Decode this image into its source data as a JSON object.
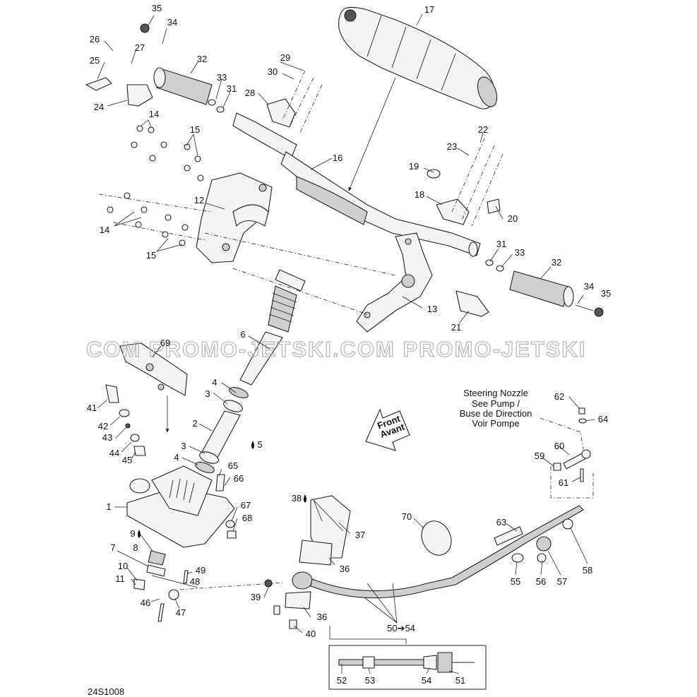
{
  "diagram": {
    "watermark": "COM PROMO-JETSKI.COM PROMO-JETSKI",
    "figure_code": "24S1008",
    "note": {
      "lines": [
        "Steering Nozzle",
        "See Pump /",
        "Buse de Direction",
        "Voir Pompe"
      ]
    },
    "front_arrow": {
      "line1": "Front",
      "line2": "Avant"
    },
    "callouts": {
      "c35a": "35",
      "c34a": "34",
      "c26": "26",
      "c27": "27",
      "c25": "25",
      "c24": "24",
      "c32a": "32",
      "c33a": "33",
      "c31a": "31",
      "c14a": "14",
      "c15a": "15",
      "c29": "29",
      "c30": "30",
      "c28": "28",
      "c17": "17",
      "c16": "16",
      "c12": "12",
      "c14b": "14",
      "c15b": "15",
      "c22": "22",
      "c23": "23",
      "c19": "19",
      "c18": "18",
      "c20": "20",
      "c31b": "31",
      "c33b": "33",
      "c32b": "32",
      "c34b": "34",
      "c35b": "35",
      "c13": "13",
      "c21": "21",
      "c6": "6",
      "c69": "69",
      "c4a": "4",
      "c3a": "3",
      "c2": "2",
      "c3b": "3",
      "c4b": "4",
      "c5": "5",
      "c41": "41",
      "c42": "42",
      "c43": "43",
      "c44": "44",
      "c45": "45",
      "c65": "65",
      "c66": "66",
      "c1": "1",
      "c67": "67",
      "c68": "68",
      "c9": "9",
      "c8": "8",
      "c7": "7",
      "c10": "10",
      "c11": "11",
      "c49": "49",
      "c48": "48",
      "c46": "46",
      "c47": "47",
      "c38": "38",
      "c37": "37",
      "c36a": "36",
      "c39": "39",
      "c36b": "36",
      "c40": "40",
      "c70": "70",
      "c63": "63",
      "c62": "62",
      "c64": "64",
      "c60": "60",
      "c59": "59",
      "c61": "61",
      "c55": "55",
      "c56": "56",
      "c57": "57",
      "c58": "58",
      "c5054": "50➔54",
      "c52": "52",
      "c53": "53",
      "c54": "54",
      "c51": "51"
    }
  }
}
